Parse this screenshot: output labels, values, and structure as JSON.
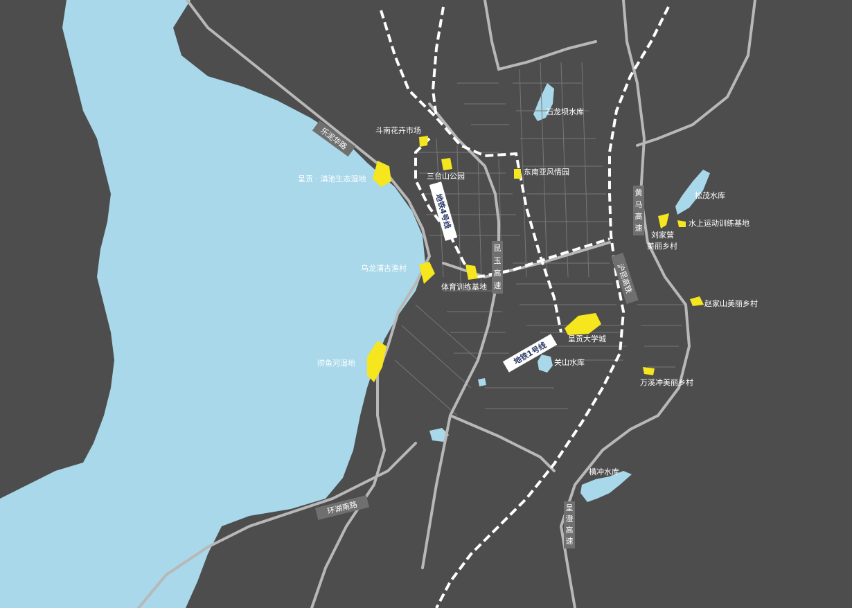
{
  "colors": {
    "land": "#4d4d4d",
    "water": "#a8d8ea",
    "highway": "#b8b8b8",
    "street": "#777777",
    "railway": "#ffffff",
    "poi": "#f5e61e",
    "label_box": "#6f6f6f"
  },
  "poi_labels": {
    "dounan": "斗南花卉市场",
    "santaishan": "三台山公园",
    "dongnanya": "东南亚风情园",
    "shilongba": "石龙坝水库",
    "chenggong_wetland": "呈贡 · 滇池生态湿地",
    "songmao": "松茂水库",
    "water_sports": "水上运动训练基地",
    "liujiaying_1": "刘家营",
    "liujiaying_2": "美丽乡村",
    "wulongpu": "乌龙浦古渔村",
    "sports_base": "体育训练基地",
    "zhaojiashan": "赵家山美丽乡村",
    "university_town": "呈贡大学城",
    "guanshan": "关山水库",
    "laoyuhe": "捞鱼河湿地",
    "wanxichong": "万溪冲美丽乡村",
    "hengchong": "横冲水库"
  },
  "road_labels": {
    "lemi": "乐泥华路",
    "metro4": "地铁4号线",
    "kunyu": "昆玉高速",
    "huangma": "黄马高速",
    "hukun": "沪昆高铁",
    "metro1": "地铁1号线",
    "huanhu": "环湖南路",
    "chengcheng": "呈澄高速"
  }
}
